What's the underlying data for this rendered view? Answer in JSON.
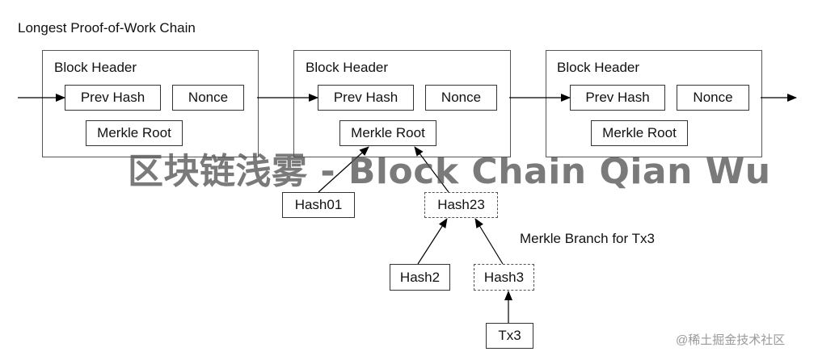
{
  "title": "Longest Proof-of-Work Chain",
  "blocks": [
    {
      "header_label": "Block Header",
      "prev_hash": "Prev Hash",
      "nonce": "Nonce",
      "merkle_root": "Merkle Root"
    },
    {
      "header_label": "Block Header",
      "prev_hash": "Prev Hash",
      "nonce": "Nonce",
      "merkle_root": "Merkle Root"
    },
    {
      "header_label": "Block Header",
      "prev_hash": "Prev Hash",
      "nonce": "Nonce",
      "merkle_root": "Merkle Root"
    }
  ],
  "merkle": {
    "hash01": "Hash01",
    "hash23": "Hash23",
    "hash2": "Hash2",
    "hash3": "Hash3",
    "tx3": "Tx3",
    "branch_label": "Merkle Branch for Tx3"
  },
  "watermark": "区块链浅雾 - Block Chain Qian Wu",
  "credit": "@稀土掘金技术社区"
}
